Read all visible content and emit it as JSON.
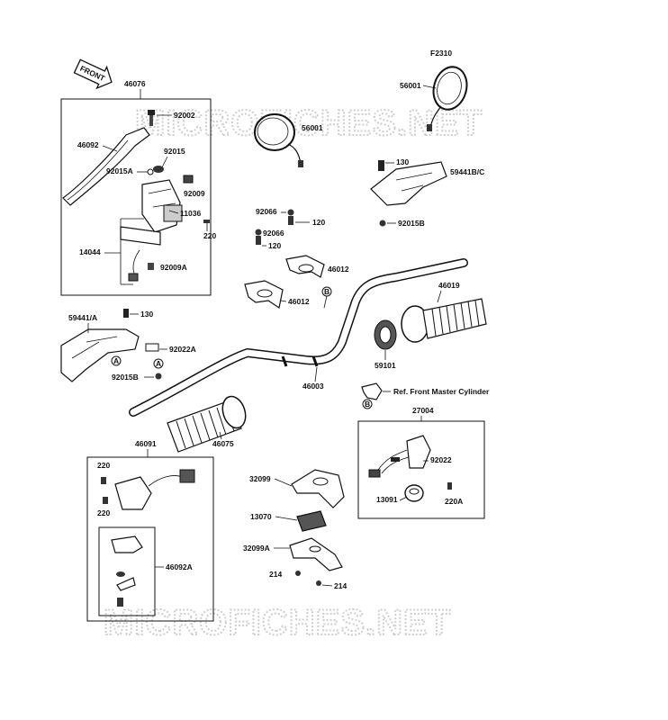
{
  "watermark": "MICROFICHES.NET",
  "diagram_code": "F2310",
  "front_label": "FRONT",
  "labels": {
    "p46076": "46076",
    "p92002": "92002",
    "p46092": "46092",
    "p92015": "92015",
    "p92015a": "92015A",
    "p92009": "92009",
    "p11036": "11036",
    "p220a": "220",
    "p14044": "14044",
    "p92009a": "92009A",
    "p56001_left": "56001",
    "p56001_right": "56001",
    "p130_top": "130",
    "p59441bc": "59441B/C",
    "p92015b_top": "92015B",
    "p92066_a": "92066",
    "p120_a": "120",
    "p92066_b": "92066",
    "p120_b": "120",
    "p46012_a": "46012",
    "p46012_b": "46012",
    "p46019": "46019",
    "p59441a": "59441/A",
    "p130_left": "130",
    "p92022a": "92022A",
    "p92015b_left": "92015B",
    "p59101": "59101",
    "p46003": "46003",
    "ref_master": "Ref. Front Master Cylinder",
    "p27004": "27004",
    "p92022": "92022",
    "p13091": "13091",
    "p220a_right": "220A",
    "p46091": "46091",
    "p46075": "46075",
    "p220_b": "220",
    "p220_c": "220",
    "p46092a": "46092A",
    "p32099": "32099",
    "p13070": "13070",
    "p32099a": "32099A",
    "p214_a": "214",
    "p214_b": "214"
  },
  "callouts": {
    "a": "A",
    "b": "B"
  }
}
